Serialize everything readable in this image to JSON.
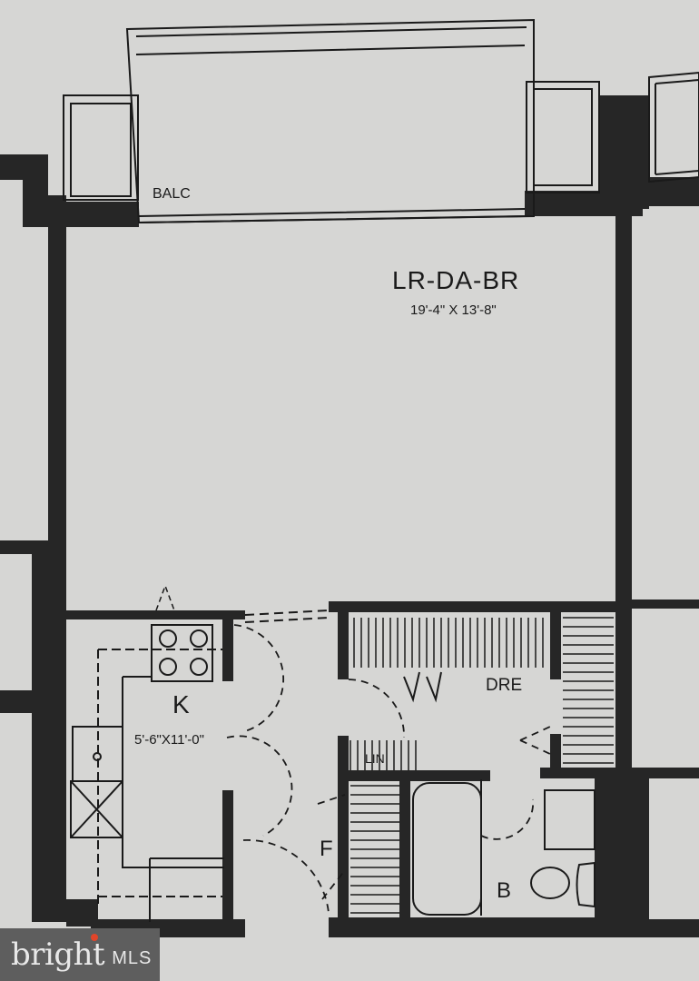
{
  "plan": {
    "balcony": {
      "label": "BALC"
    },
    "living": {
      "label": "LR-DA-BR",
      "dimensions": "19'-4\" X 13'-8\""
    },
    "kitchen": {
      "label": "K",
      "dimensions": "5'-6\"X11'-0\""
    },
    "dressing": {
      "label": "DRE"
    },
    "linen": {
      "label": "LIN"
    },
    "foyer": {
      "label": "F"
    },
    "bath": {
      "label": "B"
    }
  },
  "watermark": {
    "brand": "bright",
    "suffix": "MLS",
    "accent_color": "#e0452a"
  },
  "colors": {
    "paper": "#d6d6d4",
    "wall": "#262626",
    "line": "#1a1a1a"
  }
}
